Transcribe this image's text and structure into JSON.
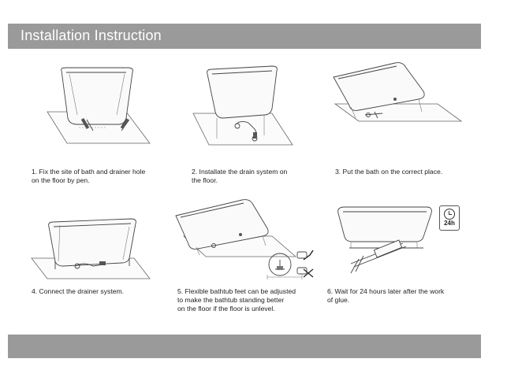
{
  "header": {
    "title": "Installation Instruction"
  },
  "steps": [
    {
      "caption": "1. Fix the site of bath and drainer hole\n    on the floor by pen."
    },
    {
      "caption": "2. Installate the drain system on\n    the floor."
    },
    {
      "caption": "3. Put the bath on the correct place."
    },
    {
      "caption": "4. Connect the drainer system."
    },
    {
      "caption": "5. Flexible bathtub feet can be adjusted\n    to make the bathtub standing better\n    on the floor if the floor is unlevel."
    },
    {
      "caption": "6. Wait for 24 hours later after the work\n    of glue."
    }
  ],
  "step6": {
    "timer_label": "24h"
  },
  "icons": {
    "step1": "bathtub-pen-marking-icon",
    "step2": "drain-pipe-floor-icon",
    "step3": "bathtub-tilted-placement-icon",
    "step4": "bathtub-drain-connection-icon",
    "step5": "bathtub-adjustable-feet-icon",
    "step6": "clock-24h-icon"
  }
}
